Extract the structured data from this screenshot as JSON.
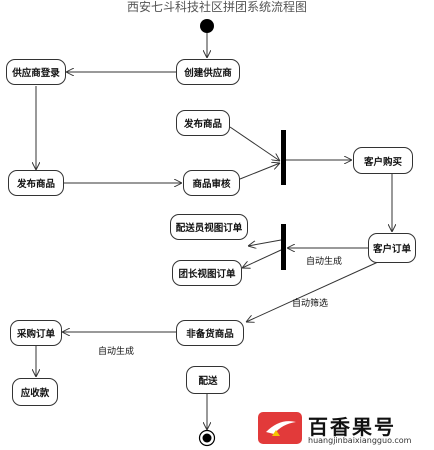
{
  "title": "西安七斗科技社区拼团系统流程图",
  "nodes": {
    "create_supplier": "创建供应商",
    "supplier_login": "供应商登录",
    "publish_product_top": "发布商品",
    "publish_product_left": "发布商品",
    "product_review": "商品审核",
    "customer_purchase": "客户购买",
    "delivery_view_order": "配送员视图订单",
    "leader_view_order": "团长视图订单",
    "customer_order": "客户订单",
    "stock_product": "非备货商品",
    "purchase_order": "采购订单",
    "payable": "应收款",
    "delivery": "配送"
  },
  "edge_labels": {
    "auto_generate_1": "自动生成",
    "auto_filter": "自动筛选",
    "auto_generate_2": "自动生成"
  },
  "watermark": {
    "logo_text": "百香果号",
    "url": "huangjinbaixiangguo.com"
  }
}
